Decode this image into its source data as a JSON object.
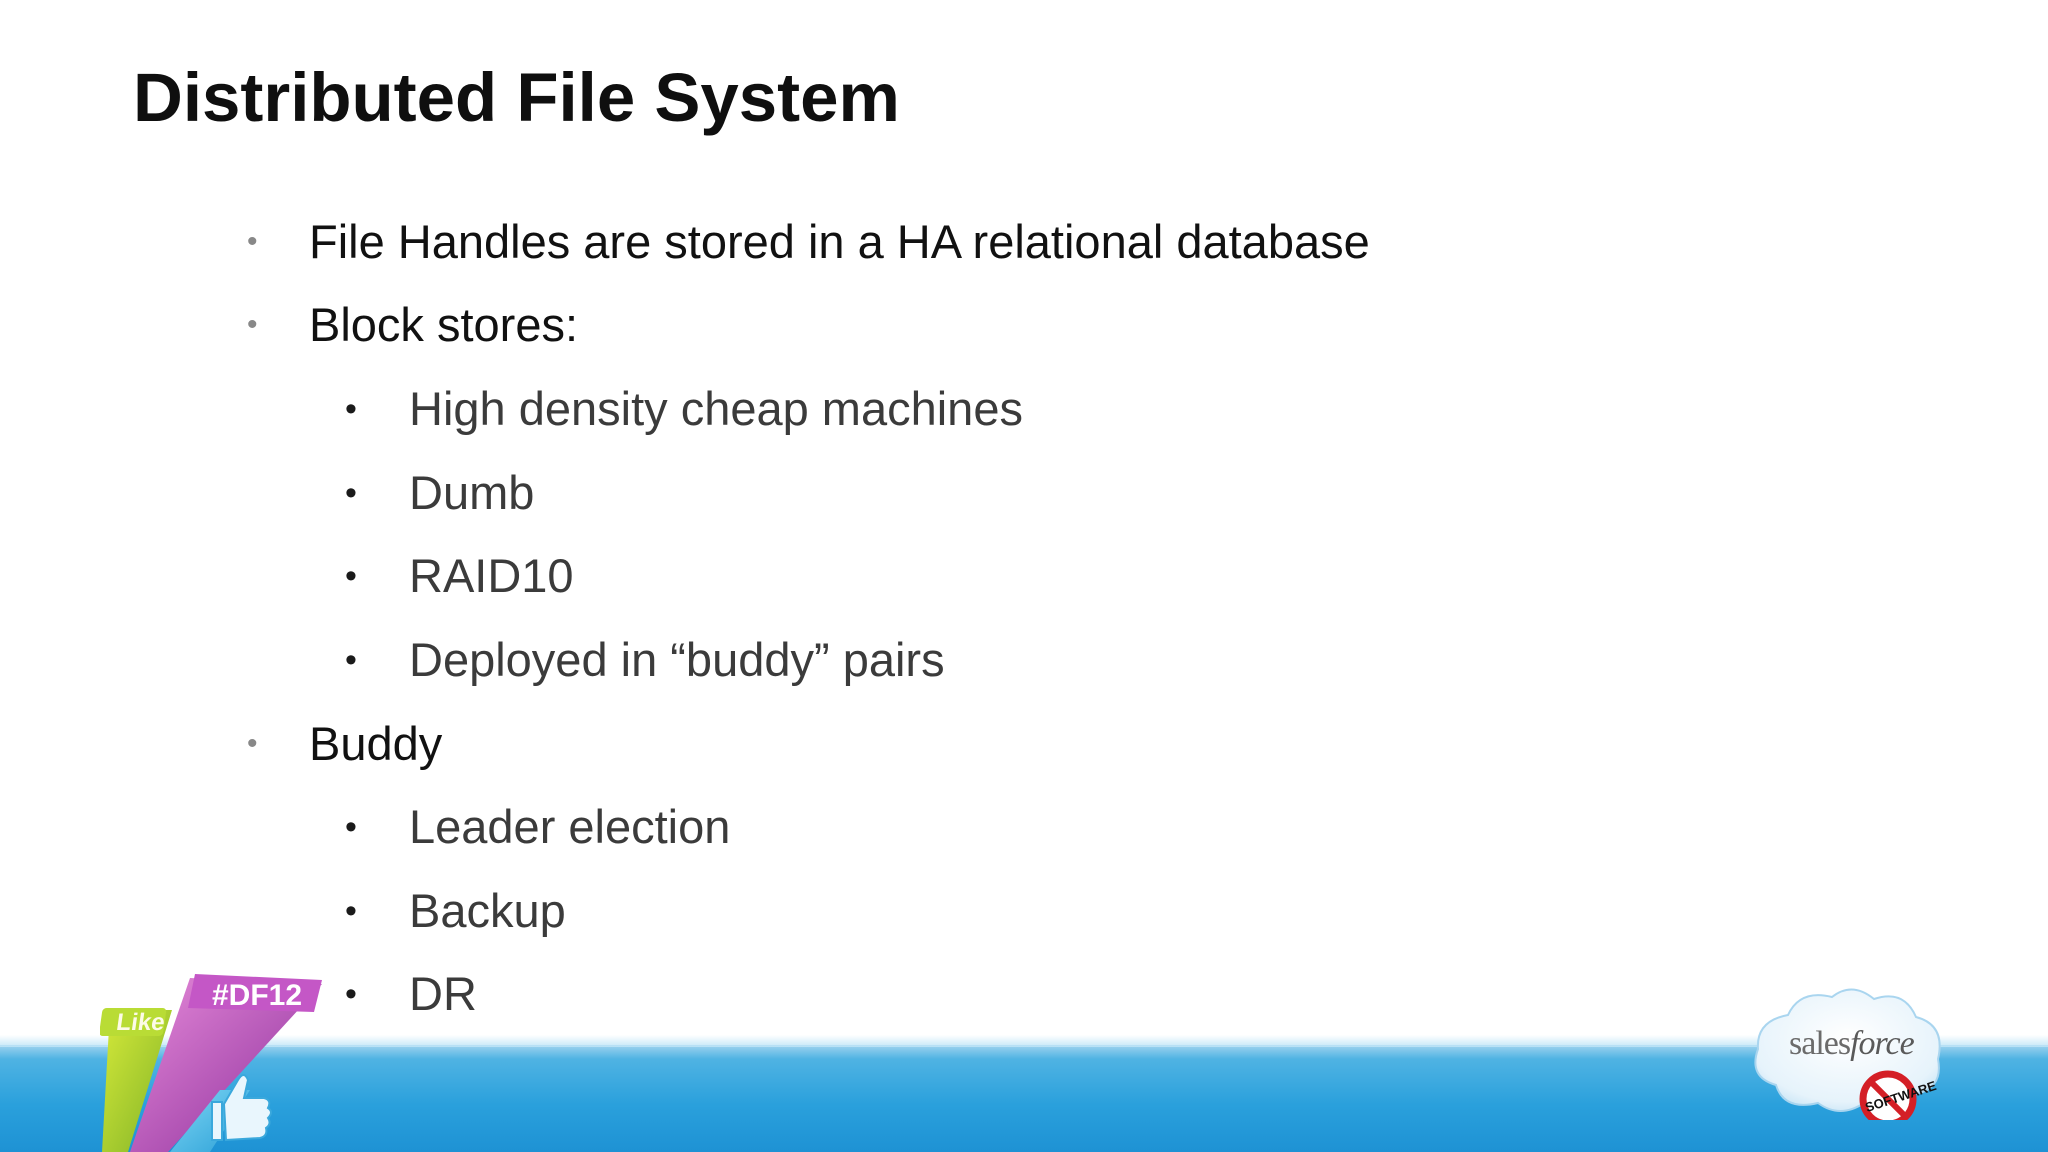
{
  "slide": {
    "title": "Distributed File System",
    "bullets": [
      {
        "level": 1,
        "text": "File Handles are stored in a HA relational database"
      },
      {
        "level": 1,
        "text": "Block stores:"
      },
      {
        "level": 2,
        "text": "High density cheap machines"
      },
      {
        "level": 2,
        "text": "Dumb"
      },
      {
        "level": 2,
        "text": "RAID10"
      },
      {
        "level": 2,
        "text": "Deployed in “buddy” pairs"
      },
      {
        "level": 1,
        "text": "Buddy"
      },
      {
        "level": 2,
        "text": "Leader election"
      },
      {
        "level": 2,
        "text": "Backup"
      },
      {
        "level": 2,
        "text": "DR"
      }
    ],
    "bullet_glyph": "•"
  },
  "branding": {
    "event_logo": {
      "hashtag": "#DF12",
      "like": "Like",
      "icon": "thumbs-up-icon"
    },
    "company_logo": {
      "word_plain": "sales",
      "word_italic": "force",
      "badge": "SOFTWARE",
      "icon": "no-software-icon"
    }
  },
  "colors": {
    "footer_blue": "#1e92d4",
    "title": "#0f0f0f",
    "bullet_l1": "#888888",
    "text_l2": "#3b3b3b"
  }
}
